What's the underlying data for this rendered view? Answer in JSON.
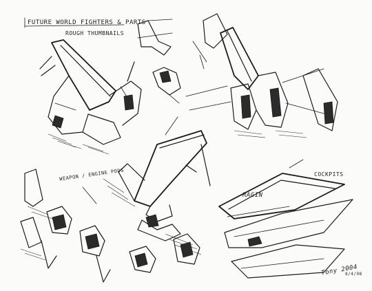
{
  "sheet": {
    "title_line1": "FUTURE WORLD FIGHTERS & PARTS",
    "title_line2": "ROUGH THUMBNAILS",
    "label_weapon": "WEAPON / ENGINE PODS",
    "label_cockpits": "COCKPITS",
    "ship_marking": "RAGIN",
    "signature": "Tony 2004",
    "date": "8/4/98"
  }
}
